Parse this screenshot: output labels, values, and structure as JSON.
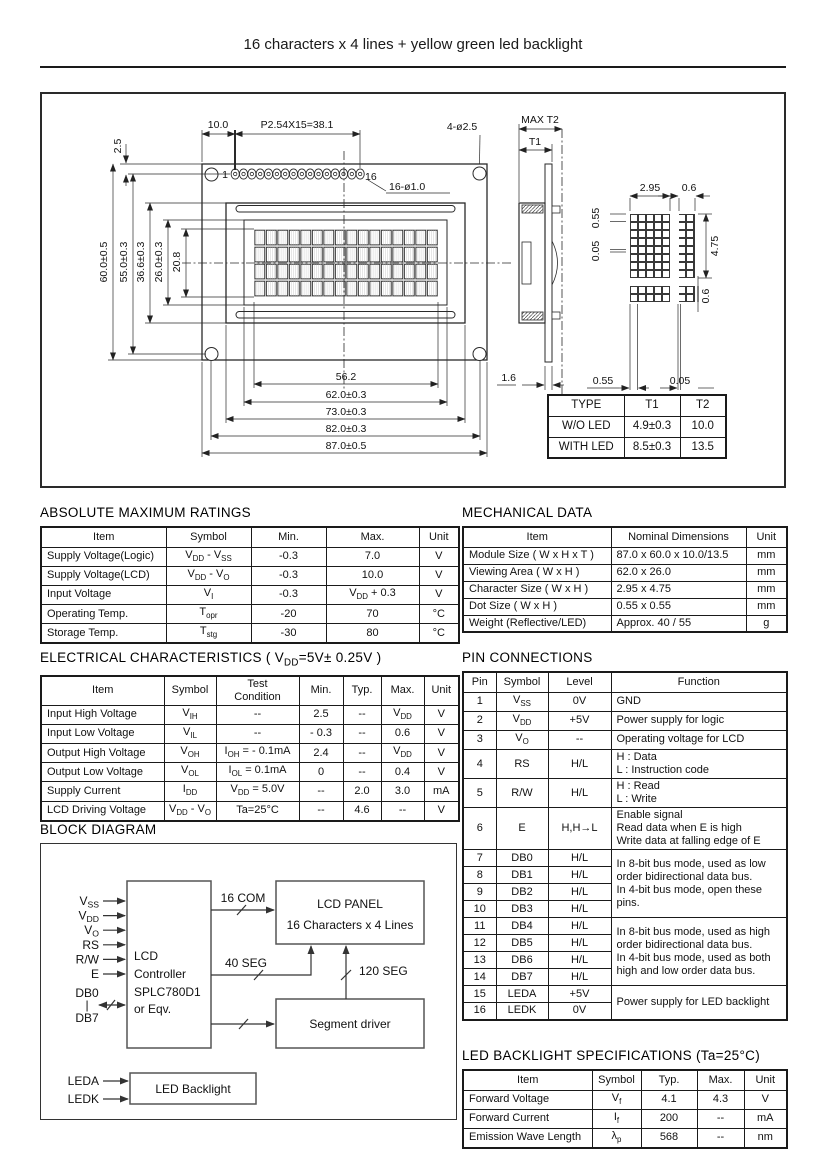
{
  "page": {
    "title": "16 characters x 4 lines + yellow green led backlight"
  },
  "drawing": {
    "top": {
      "d10": "10.0",
      "pitch": "P2.54X15=38.1",
      "holes": "4-ø2.5",
      "pinhole": "16-ø1.0",
      "d25": "2.5",
      "pin_first": "1",
      "pin_last": "16"
    },
    "left_dims": {
      "d60": "60.0±0.5",
      "d55": "55.0±0.3",
      "d366": "36.6±0.3",
      "d26": "26.0±0.3",
      "d208": "20.8"
    },
    "bottom_dims": {
      "d562": "56.2",
      "d62": "62.0±0.3",
      "d73": "73.0±0.3",
      "d82": "82.0±0.3",
      "d87": "87.0±0.5"
    },
    "side": {
      "max_t2": "MAX T2",
      "t1": "T1",
      "d16": "1.6"
    },
    "dot": {
      "w295": "2.95",
      "w06": "0.6",
      "h055": "0.55",
      "h005": "0.05",
      "h475": "4.75",
      "h06": "0.6",
      "b055": "0.55",
      "b005": "0.05"
    },
    "type_table": {
      "headers": [
        "TYPE",
        "T1",
        "T2"
      ],
      "rows": [
        [
          "W/O LED",
          "4.9±0.3",
          "10.0"
        ],
        [
          "WITH LED",
          "8.5±0.3",
          "13.5"
        ]
      ]
    }
  },
  "sections": {
    "abs_max": {
      "title": "ABSOLUTE MAXIMUM RATINGS",
      "table": {
        "headers": [
          "Item",
          "Symbol",
          "Min.",
          "Max.",
          "Unit"
        ],
        "rows": [
          [
            "Supply Voltage(Logic)",
            "V_DD_ - V_SS_",
            "-0.3",
            "7.0",
            "V"
          ],
          [
            "Supply Voltage(LCD)",
            "V_DD_ - V_O_",
            "-0.3",
            "10.0",
            "V"
          ],
          [
            "Input  Voltage",
            "V_I_",
            "-0.3",
            "V_DD_ + 0.3",
            "V"
          ],
          [
            "Operating Temp.",
            "T_opr_",
            "-20",
            "70",
            "°C"
          ],
          [
            "Storage Temp.",
            "T_stg_",
            "-30",
            "80",
            "°C"
          ]
        ]
      }
    },
    "mechanical": {
      "title": "MECHANICAL DATA",
      "table": {
        "headers": [
          "Item",
          "Nominal Dimensions",
          "Unit"
        ],
        "rows": [
          [
            "Module Size ( W x H x T )",
            "87.0 x 60.0 x 10.0/13.5",
            "mm"
          ],
          [
            "Viewing Area ( W x H )",
            "62.0 x 26.0",
            "mm"
          ],
          [
            "Character Size ( W x H )",
            "2.95 x 4.75",
            "mm"
          ],
          [
            "Dot Size ( W x H )",
            "0.55 x 0.55",
            "mm"
          ],
          [
            "Weight (Reflective/LED)",
            "Approx.  40 / 55",
            "g"
          ]
        ]
      }
    },
    "electrical": {
      "title": "ELECTRICAL CHARACTERISTICS ( V_DD_=5V± 0.25V )",
      "table": {
        "headers": [
          "Item",
          "Symbol",
          "Test\nCondition",
          "Min.",
          "Typ.",
          "Max.",
          "Unit"
        ],
        "rows": [
          [
            "Input  High Voltage",
            "V_IH_",
            "--",
            "2.5",
            "--",
            "V_DD_",
            "V"
          ],
          [
            "Input  Low Voltage",
            "V_IL_",
            "--",
            "- 0.3",
            "--",
            "0.6",
            "V"
          ],
          [
            "Output High Voltage",
            "V_OH_",
            "I_OH_ = - 0.1mA",
            "2.4",
            "--",
            "V_DD_",
            "V"
          ],
          [
            "Output Low Voltage",
            "V_OL_",
            "I_OL_ =  0.1mA",
            "0",
            "--",
            "0.4",
            "V"
          ],
          [
            "Supply Current",
            "I_DD_",
            "V_DD_ = 5.0V",
            "--",
            "2.0",
            "3.0",
            "mA"
          ],
          [
            "LCD Driving Voltage",
            "V_DD_ - V_O_",
            "Ta=25°C",
            "--",
            "4.6",
            "--",
            "V"
          ]
        ]
      }
    },
    "pins": {
      "title": "PIN CONNECTIONS",
      "table": {
        "headers": [
          "Pin",
          "Symbol",
          "Level",
          "Function"
        ],
        "rows": [
          [
            "1",
            "V_SS_",
            "0V",
            "GND"
          ],
          [
            "2",
            "V_DD_",
            "+5V",
            "Power supply for logic"
          ],
          [
            "3",
            "V_O_",
            "--",
            "Operating voltage for LCD"
          ],
          [
            "4",
            "RS",
            "H/L",
            "H : Data\nL : Instruction code"
          ],
          [
            "5",
            "R/W",
            "H/L",
            "H : Read\nL : Write"
          ],
          [
            "6",
            "E",
            "H,H→L",
            "Enable signal\nRead data when E is high\nWrite data at falling edge of E"
          ],
          [
            "7",
            "DB0",
            "H/L",
            {
              "t": "In 8-bit bus mode, used as low\norder bidirectional data bus.\nIn 4-bit bus mode, open these\npins.",
              "rowspan": 4
            }
          ],
          [
            "8",
            "DB1",
            "H/L"
          ],
          [
            "9",
            "DB2",
            "H/L"
          ],
          [
            "10",
            "DB3",
            "H/L"
          ],
          [
            "11",
            "DB4",
            "H/L",
            {
              "t": "In 8-bit bus mode, used as high\norder bidirectional data bus.\nIn 4-bit bus mode, used as both\nhigh and low order data bus.",
              "rowspan": 4
            }
          ],
          [
            "12",
            "DB5",
            "H/L"
          ],
          [
            "13",
            "DB6",
            "H/L"
          ],
          [
            "14",
            "DB7",
            "H/L"
          ],
          [
            "15",
            "LEDA",
            "+5V",
            {
              "t": "Power supply for LED backlight",
              "rowspan": 2
            }
          ],
          [
            "16",
            "LEDK",
            "0V"
          ]
        ]
      }
    },
    "block": {
      "title": "BLOCK DIAGRAM",
      "inputs": [
        "V_SS_",
        "V_DD_",
        "V_O_",
        "RS",
        "R/W",
        "E"
      ],
      "db_top": "DB0",
      "db_mid": "|",
      "db_bot": "DB7",
      "controller_lines": [
        "LCD",
        "Controller",
        "SPLC780D1",
        "or Eqv."
      ],
      "lcd_panel_line1": "LCD  PANEL",
      "lcd_panel_line2": "16 Characters x 4 Lines",
      "com_label": "16 COM",
      "seg40_label": "40 SEG",
      "seg120_label": "120 SEG",
      "segment_driver": "Segment driver",
      "led_in_a": "LEDA",
      "led_in_k": "LEDK",
      "led_backlight": "LED Backlight"
    },
    "led": {
      "title": "LED BACKLIGHT SPECIFICATIONS (Ta=25°C)",
      "table": {
        "headers": [
          "Item",
          "Symbol",
          "Typ.",
          "Max.",
          "Unit"
        ],
        "rows": [
          [
            "Forward Voltage",
            "V_f_",
            "4.1",
            "4.3",
            "V"
          ],
          [
            "Forward Current",
            "I_f_",
            "200",
            "--",
            "mA"
          ],
          [
            "Emission Wave Length",
            "λ_p_",
            "568",
            "--",
            "nm"
          ]
        ]
      }
    }
  }
}
